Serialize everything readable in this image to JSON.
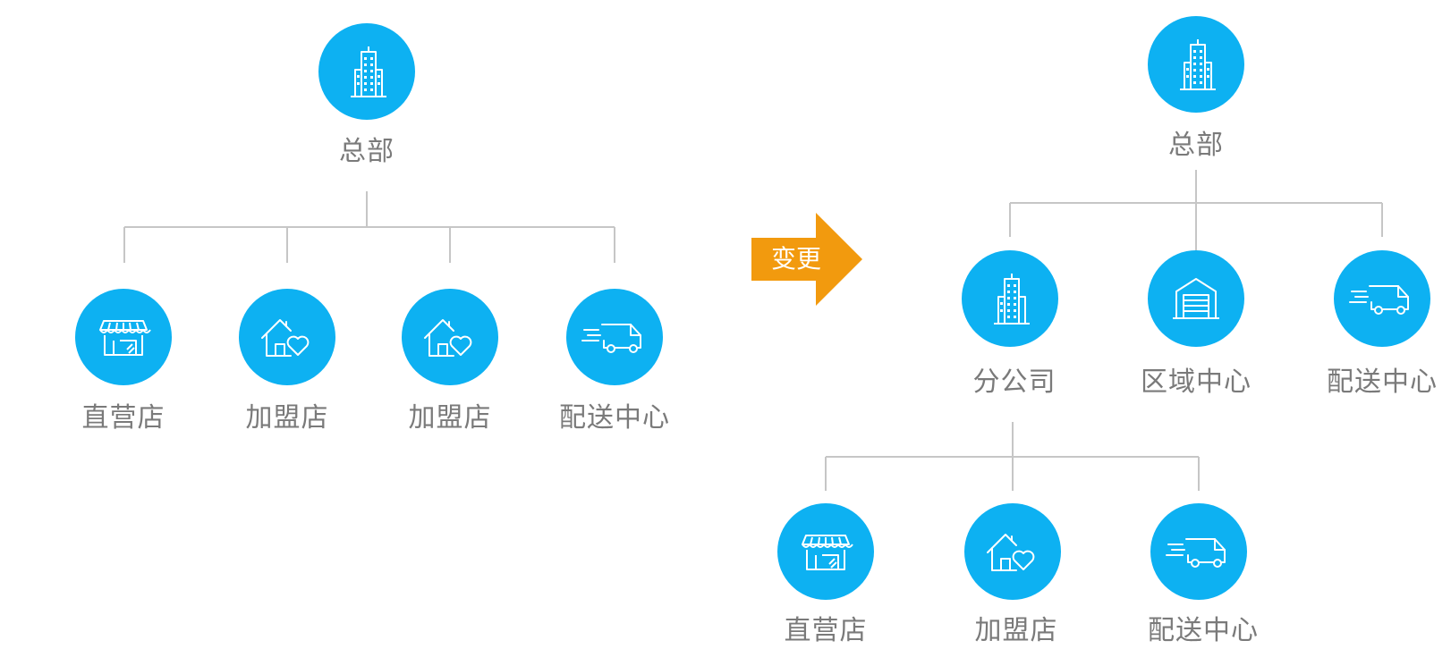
{
  "colors": {
    "accent": "#0db1f2",
    "arrow": "#f29a0e",
    "connector": "#c6c6c6",
    "label": "#7a7a7a"
  },
  "before": {
    "root": {
      "label": "总部",
      "icon": "building-icon"
    },
    "children": [
      {
        "label": "直营店",
        "icon": "storefront-icon"
      },
      {
        "label": "加盟店",
        "icon": "house-heart-icon"
      },
      {
        "label": "加盟店",
        "icon": "house-heart-icon"
      },
      {
        "label": "配送中心",
        "icon": "delivery-truck-icon"
      }
    ]
  },
  "change_arrow": {
    "label": "变更",
    "icon": "right-arrow-icon"
  },
  "after": {
    "root": {
      "label": "总部",
      "icon": "building-icon"
    },
    "level1": [
      {
        "label": "分公司",
        "icon": "building-icon"
      },
      {
        "label": "区域中心",
        "icon": "warehouse-icon"
      },
      {
        "label": "配送中心",
        "icon": "delivery-truck-icon"
      }
    ],
    "level2": [
      {
        "label": "直营店",
        "icon": "storefront-icon"
      },
      {
        "label": "加盟店",
        "icon": "house-heart-icon"
      },
      {
        "label": "配送中心",
        "icon": "delivery-truck-icon"
      }
    ]
  }
}
